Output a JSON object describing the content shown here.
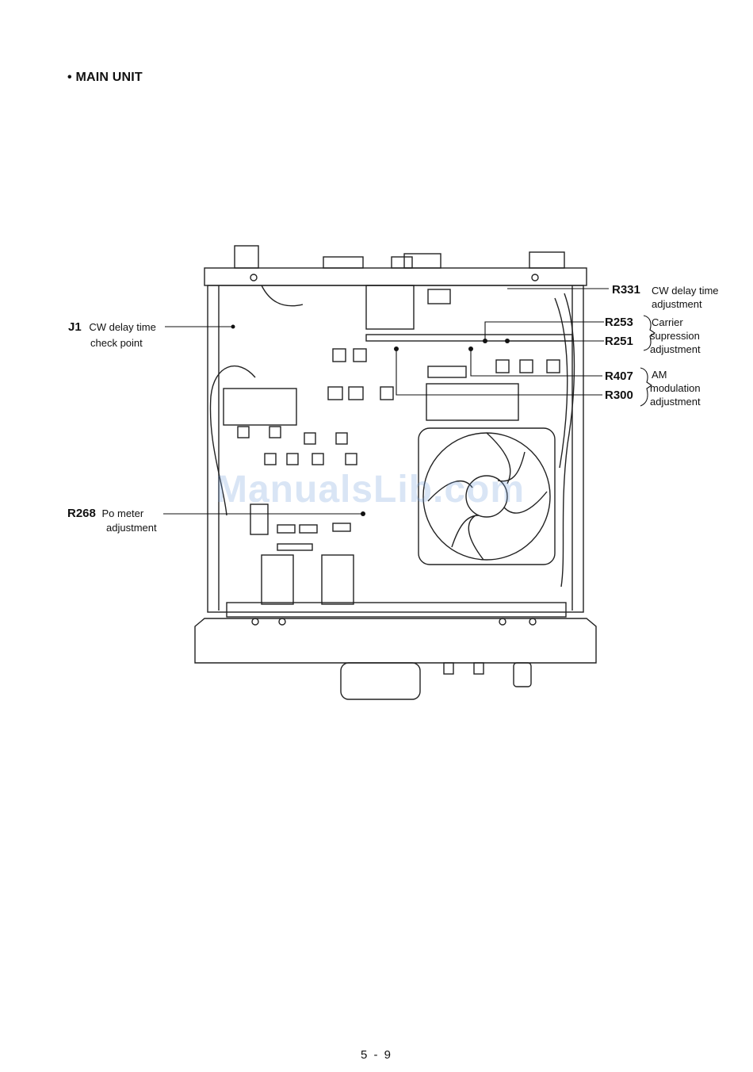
{
  "heading": "• MAIN UNIT",
  "watermark": "ManualsLib.com",
  "callouts": {
    "j1": {
      "ref": "J1",
      "line1": "CW delay time",
      "line2": "check point"
    },
    "r268": {
      "ref": "R268",
      "line1": "Po meter",
      "line2": "adjustment"
    },
    "r331": {
      "ref": "R331",
      "line1": "CW delay time",
      "line2": "adjustment"
    },
    "r253": {
      "ref": "R253"
    },
    "r251": {
      "ref": "R251"
    },
    "carrier": {
      "line1": "Carrier",
      "line2": "supression",
      "line3": "adjustment"
    },
    "r407": {
      "ref": "R407"
    },
    "r300": {
      "ref": "R300"
    },
    "am": {
      "line1": "AM",
      "line2": "modulation",
      "line3": "adjustment"
    }
  },
  "page_number": "5 - 9"
}
